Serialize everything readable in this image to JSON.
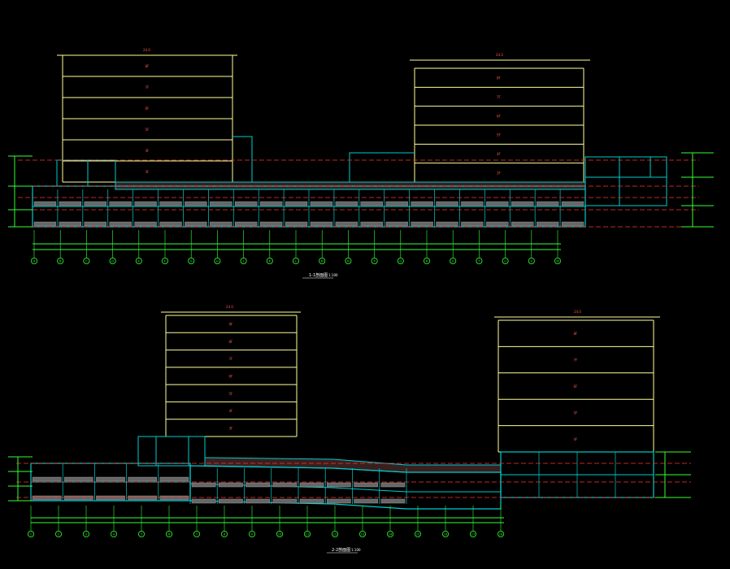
{
  "drawing": {
    "colors": {
      "background": "#000000",
      "floor_lines": "#ffff99",
      "structure": "#00cccc",
      "axis_red": "#ff3333",
      "dimension_green": "#33ff33",
      "text_red": "#ff5555",
      "white": "#ffffff",
      "hatch": "#884444"
    },
    "section_1": {
      "title": "1-1剖面图",
      "scale": "1:100",
      "axis_labels": [
        "A",
        "B",
        "C",
        "D",
        "E",
        "F",
        "G",
        "H",
        "J",
        "K",
        "L",
        "M",
        "N",
        "P",
        "Q",
        "R",
        "S",
        "T",
        "U",
        "V",
        "W"
      ],
      "tower_left_levels": [
        "8F",
        "7F",
        "6F",
        "5F",
        "4F",
        "3F"
      ],
      "tower_right_levels": [
        "8F",
        "7F",
        "6F",
        "5F",
        "4F",
        "3F"
      ],
      "tower_left_roof": "24.0",
      "tower_right_roof": "24.0"
    },
    "section_2": {
      "title": "2-2剖面图",
      "scale": "1:100",
      "axis_labels": [
        "1",
        "2",
        "3",
        "4",
        "5",
        "6",
        "7",
        "8",
        "9",
        "10",
        "11",
        "12",
        "13",
        "14",
        "15",
        "16",
        "17",
        "18"
      ],
      "tower_left_levels": [
        "9F",
        "8F",
        "7F",
        "6F",
        "5F",
        "4F",
        "3F"
      ],
      "tower_right_levels": [
        "8F",
        "7F",
        "6F",
        "5F",
        "4F"
      ],
      "tower_left_roof": "24.0",
      "tower_right_roof": "24.0"
    }
  }
}
